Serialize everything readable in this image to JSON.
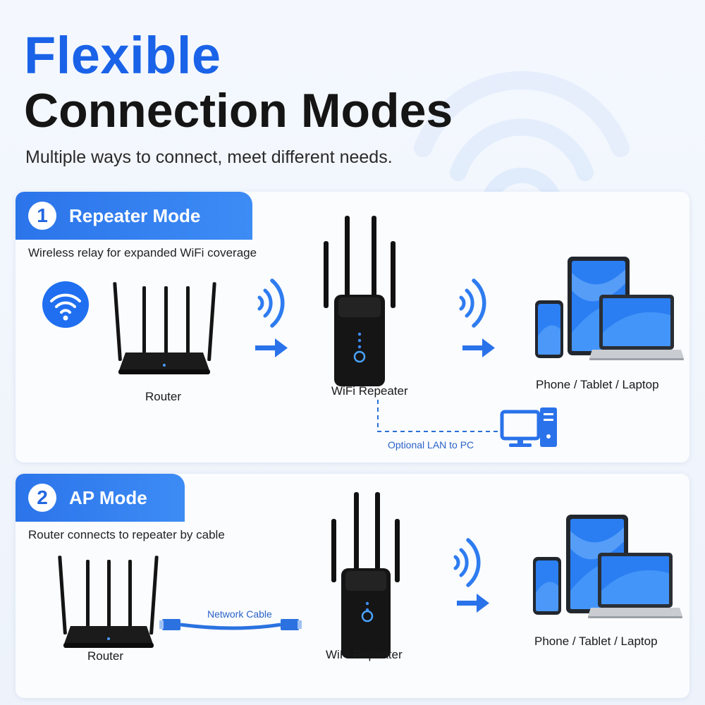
{
  "header": {
    "title_line1": "Flexible",
    "title_line2": "Connection Modes",
    "subtitle": "Multiple ways to connect, meet different needs."
  },
  "modes": [
    {
      "number": "1",
      "title": "Repeater Mode",
      "description": "Wireless relay for expanded WiFi coverage",
      "router_label": "Router",
      "repeater_label": "WiFi Repeater",
      "devices_label": "Phone / Tablet / Laptop",
      "lan_label": "Optional LAN to PC"
    },
    {
      "number": "2",
      "title": "AP Mode",
      "description": "Router connects to repeater by cable",
      "router_label": "Router",
      "cable_label": "Network Cable",
      "repeater_label": "WiFi Repeater",
      "devices_label": "Phone / Tablet / Laptop"
    }
  ],
  "colors": {
    "accent": "#1a63e8",
    "title_dark": "#151515",
    "device_black": "#141414",
    "cable_blue": "#2b72e0"
  },
  "icons": [
    "wifi-icon",
    "router-icon",
    "repeater-icon",
    "signal-waves-icon",
    "arrow-right-icon",
    "phone-icon",
    "tablet-icon",
    "laptop-icon",
    "desktop-pc-icon",
    "network-cable-icon"
  ]
}
